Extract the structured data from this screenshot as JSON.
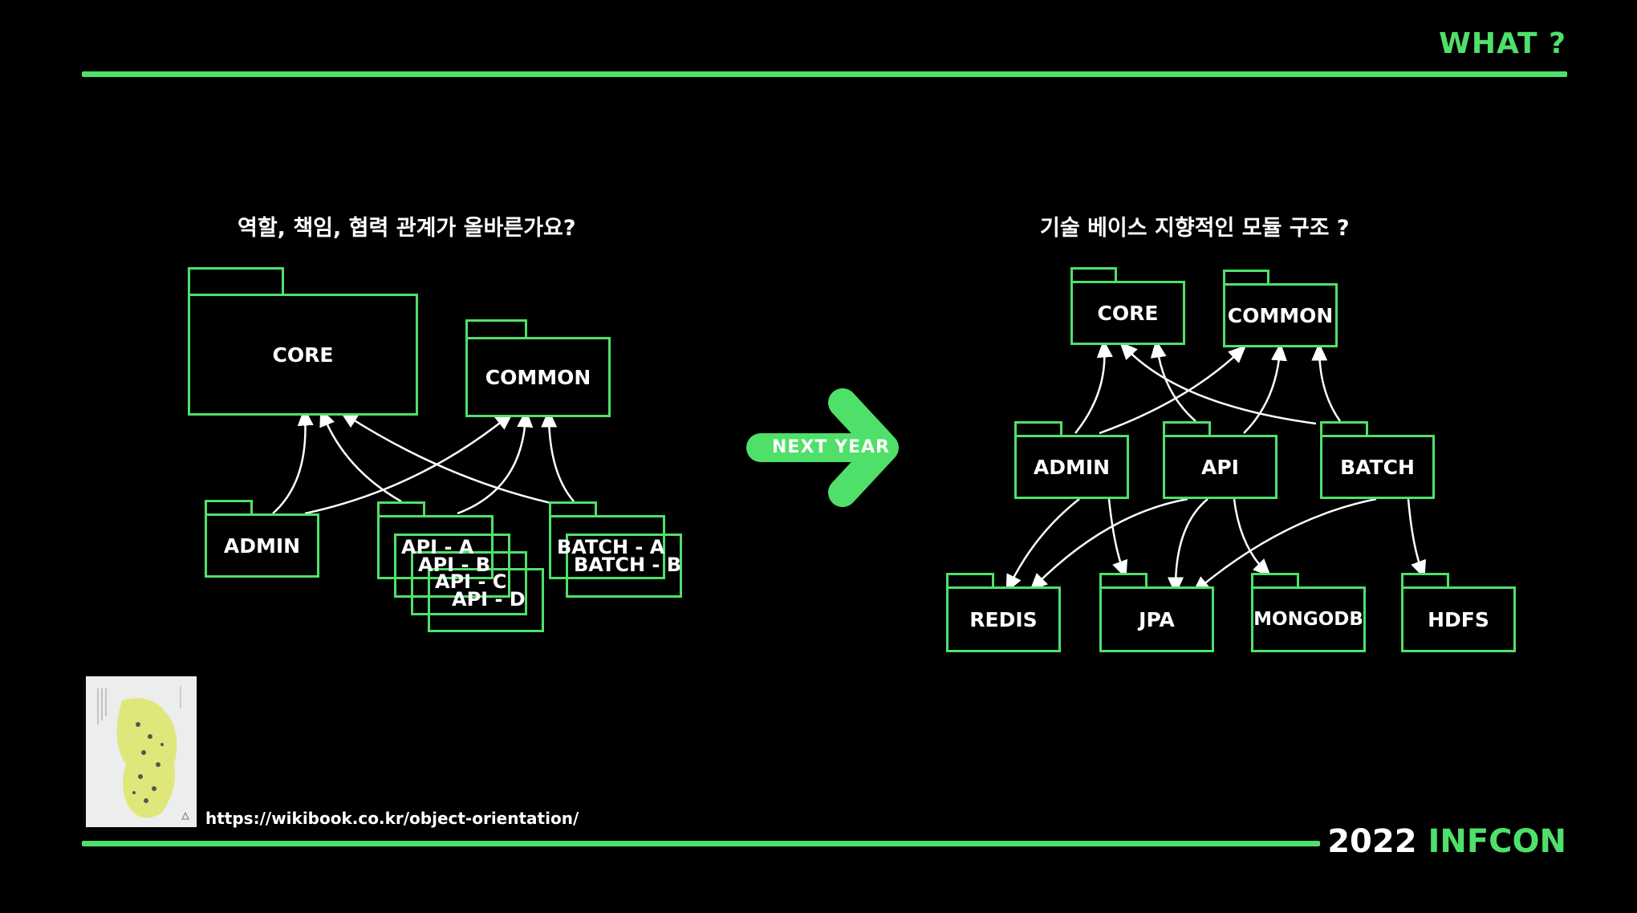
{
  "header": {
    "label": "WHAT ?"
  },
  "left_panel": {
    "caption": "역할, 책임, 협력 관계가 올바른가요?",
    "packages": {
      "core": "CORE",
      "common": "COMMON",
      "admin": "ADMIN",
      "api_a": "API - A",
      "api_b": "API - B",
      "api_c": "API - C",
      "api_d": "API - D",
      "batch_a": "BATCH - A",
      "batch_b": "BATCH - B"
    }
  },
  "transition": {
    "label": "NEXT YEAR"
  },
  "right_panel": {
    "caption": "기술 베이스 지향적인 모듈 구조 ?",
    "packages": {
      "core": "CORE",
      "common": "COMMON",
      "admin": "ADMIN",
      "api": "API",
      "batch": "BATCH",
      "redis": "REDIS",
      "jpa": "JPA",
      "mongodb": "MONGODB",
      "hdfs": "HDFS"
    }
  },
  "reference": {
    "url": "https://wikibook.co.kr/object-orientation/"
  },
  "footer": {
    "year": "2022",
    "brand": "INFCON"
  },
  "colors": {
    "accent": "#4fe06a",
    "background": "#000000",
    "text": "#ffffff"
  }
}
